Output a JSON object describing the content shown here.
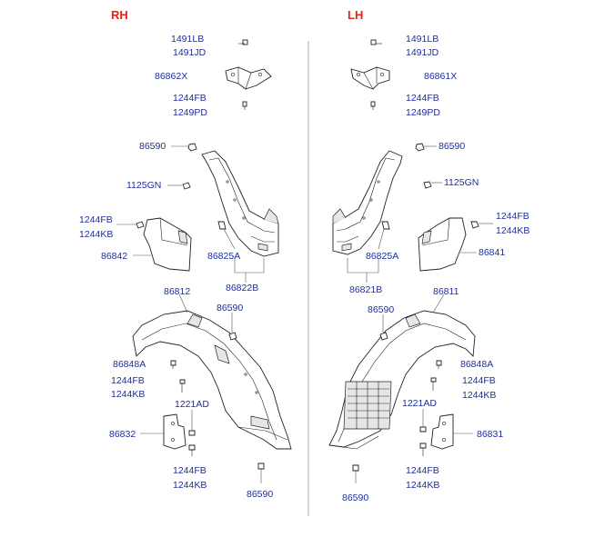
{
  "sides": {
    "right": "RH",
    "left": "LH"
  },
  "rh": {
    "bolt_top": [
      "1491LB",
      "1491JD"
    ],
    "bracket": "86862X",
    "screw_top": [
      "1244FB",
      "1249PD"
    ],
    "clip_upper": "86590",
    "screw_gn": "1125GN",
    "screw_flap": [
      "1244FB",
      "1244KB"
    ],
    "mudflap": "86842",
    "clip_a": "86825A",
    "guard_upper": "86822B",
    "guard_lower": "86812",
    "clip_mid": "86590",
    "pin": "86848A",
    "screw_mid": [
      "1244FB",
      "1244KB"
    ],
    "screw_ad": "1221AD",
    "plate": "86832",
    "screw_low": [
      "1244FB",
      "1244KB"
    ],
    "clip_low": "86590"
  },
  "lh": {
    "bolt_top": [
      "1491LB",
      "1491JD"
    ],
    "bracket": "86861X",
    "screw_top": [
      "1244FB",
      "1249PD"
    ],
    "clip_upper": "86590",
    "screw_gn": "1125GN",
    "screw_flap": [
      "1244FB",
      "1244KB"
    ],
    "mudflap": "86841",
    "clip_a": "86825A",
    "guard_upper": "86821B",
    "guard_lower": "86811",
    "clip_mid": "86590",
    "pin": "86848A",
    "screw_mid": [
      "1244FB",
      "1244KB"
    ],
    "screw_ad": "1221AD",
    "plate": "86831",
    "screw_low": [
      "1244FB",
      "1244KB"
    ],
    "clip_low": "86590"
  }
}
